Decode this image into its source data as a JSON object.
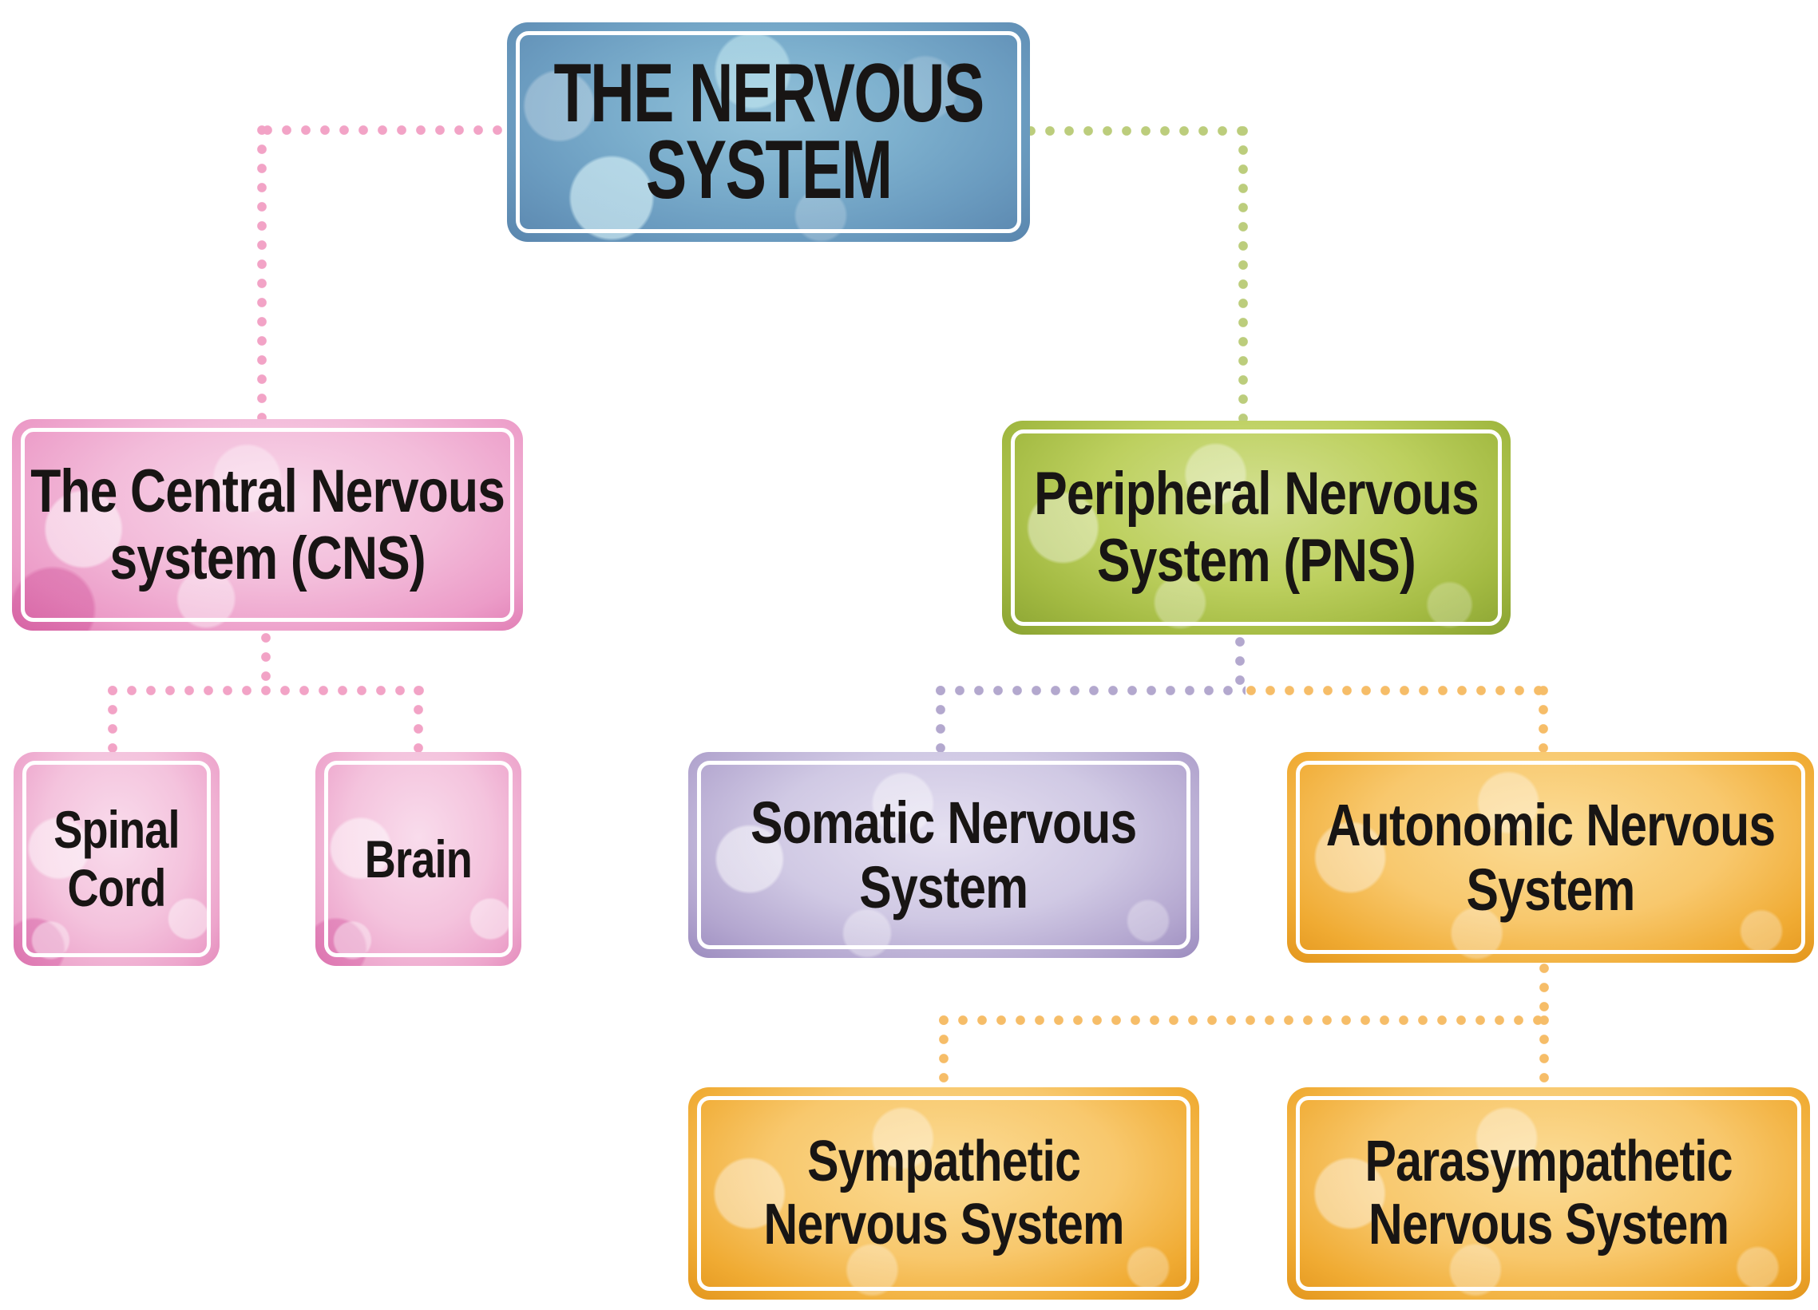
{
  "nodes": {
    "root": {
      "line1": "THE NERVOUS",
      "line2": "SYSTEM",
      "color": "#6b9cc0"
    },
    "cns": {
      "line1": "The Central Nervous",
      "line2": "system (CNS)",
      "color": "#ec9cc8"
    },
    "pns": {
      "line1": "Peripheral Nervous",
      "line2": "System (PNS)",
      "color": "#a3ba42"
    },
    "spinal_cord": {
      "line1": "Spinal",
      "line2": "Cord",
      "color": "#eda5cc"
    },
    "brain": {
      "line1": "Brain",
      "color": "#eda5cc"
    },
    "somatic": {
      "line1": "Somatic Nervous",
      "line2": "System",
      "color": "#b3a6cf"
    },
    "autonomic": {
      "line1": "Autonomic Nervous",
      "line2": "System",
      "color": "#f0ab33"
    },
    "sympathetic": {
      "line1": "Sympathetic",
      "line2": "Nervous System",
      "color": "#f0ab33"
    },
    "parasympathetic": {
      "line1": "Parasympathetic",
      "line2": "Nervous System",
      "color": "#f0ab33"
    }
  },
  "connectors": {
    "root_to_cns": {
      "style": "dotted",
      "color": "#f2a3c6"
    },
    "root_to_pns": {
      "style": "dotted",
      "color": "#bccd7c"
    },
    "cns_to_children": {
      "style": "dotted",
      "color": "#f2a3c6"
    },
    "pns_to_somatic": {
      "style": "dotted",
      "color": "#b3a8ce"
    },
    "pns_to_autonomic": {
      "style": "dotted",
      "color": "#f6bd68"
    },
    "autonomic_to_children": {
      "style": "dotted",
      "color": "#f6bd68"
    }
  },
  "text_color": "#181514",
  "background_color": "#ffffff"
}
